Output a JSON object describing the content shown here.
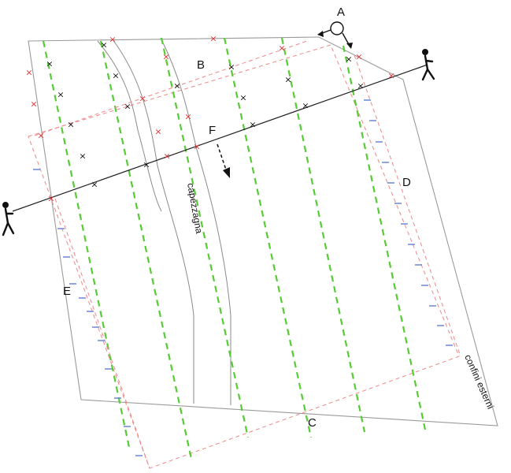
{
  "labels": {
    "A": "A",
    "B": "B",
    "C": "C",
    "D": "D",
    "E": "E",
    "F": "F",
    "capezzagna": "capezzagna",
    "confini_esterni": "confini esterni"
  },
  "icons": {
    "person": "walking-person-icon",
    "surveyor": "surveyor-rotation-icon",
    "direction": "dashed-arrow-icon"
  },
  "colors": {
    "boundary": "#9a9a9a",
    "row": "#55cc33",
    "offset": "#ee8888",
    "red_mark": "#e03030",
    "black_mark": "#111111",
    "blue_mark": "#6a85d6"
  }
}
